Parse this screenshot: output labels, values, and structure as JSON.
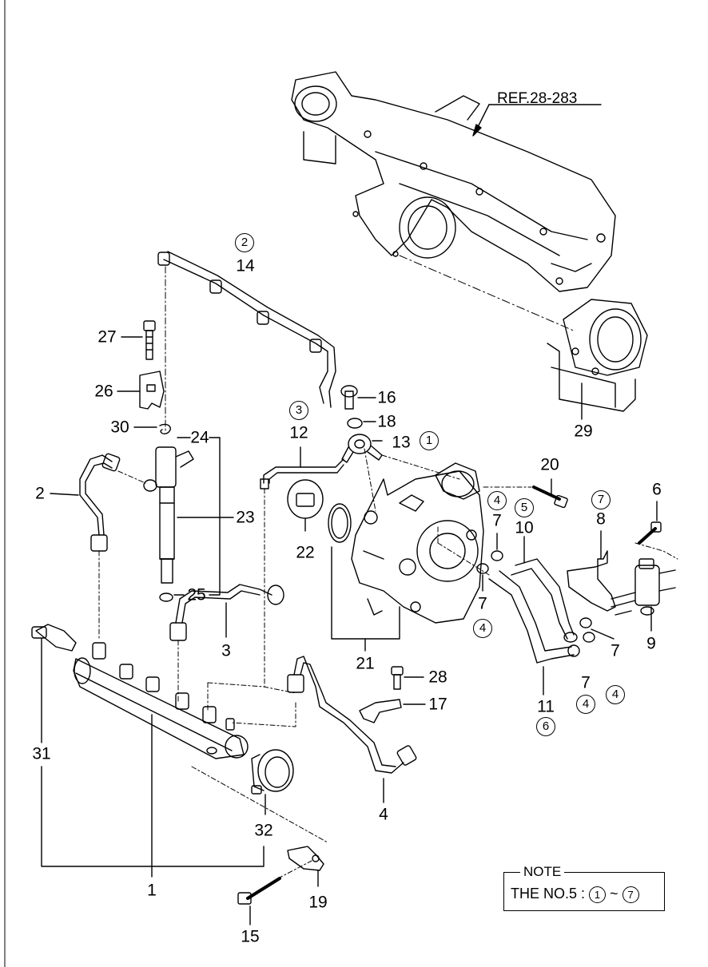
{
  "reference": "REF.28-283",
  "note": {
    "title": "NOTE",
    "prefix": "THE NO.5 :",
    "from": "1",
    "tilde": "~",
    "to": "7"
  },
  "callouts": [
    {
      "id": "1",
      "kind": "number"
    },
    {
      "id": "2",
      "kind": "number"
    },
    {
      "id": "3",
      "kind": "number"
    },
    {
      "id": "4",
      "kind": "number"
    },
    {
      "id": "6",
      "kind": "number"
    },
    {
      "id": "7",
      "kind": "number"
    },
    {
      "id": "8",
      "kind": "number"
    },
    {
      "id": "9",
      "kind": "number"
    },
    {
      "id": "10",
      "kind": "number"
    },
    {
      "id": "11",
      "kind": "number"
    },
    {
      "id": "12",
      "kind": "number"
    },
    {
      "id": "13",
      "kind": "number"
    },
    {
      "id": "14",
      "kind": "number"
    },
    {
      "id": "15",
      "kind": "number"
    },
    {
      "id": "16",
      "kind": "number"
    },
    {
      "id": "17",
      "kind": "number"
    },
    {
      "id": "18",
      "kind": "number"
    },
    {
      "id": "19",
      "kind": "number"
    },
    {
      "id": "20",
      "kind": "number"
    },
    {
      "id": "21",
      "kind": "number"
    },
    {
      "id": "22",
      "kind": "number"
    },
    {
      "id": "23",
      "kind": "number"
    },
    {
      "id": "24",
      "kind": "number"
    },
    {
      "id": "25",
      "kind": "number"
    },
    {
      "id": "26",
      "kind": "number"
    },
    {
      "id": "27",
      "kind": "number"
    },
    {
      "id": "28",
      "kind": "number"
    },
    {
      "id": "29",
      "kind": "number"
    },
    {
      "id": "30",
      "kind": "number"
    },
    {
      "id": "31",
      "kind": "number"
    },
    {
      "id": "32",
      "kind": "number"
    }
  ],
  "circled": [
    "1",
    "2",
    "3",
    "4",
    "5",
    "6",
    "7"
  ]
}
